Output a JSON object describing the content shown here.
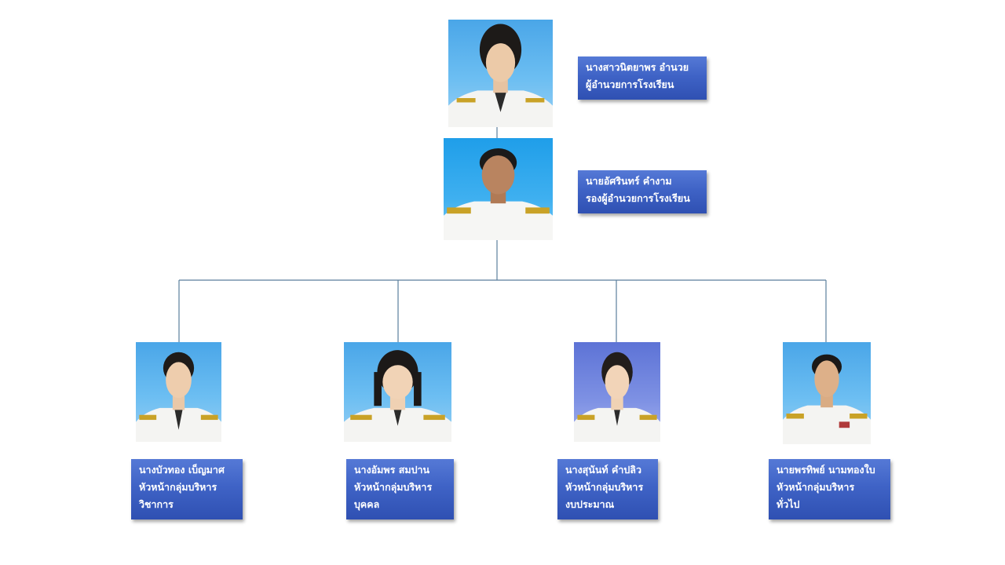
{
  "director": {
    "name": "นางสาวนิตยาพร อำนวย",
    "position": "ผู้อำนวยการโรงเรียน"
  },
  "deputy": {
    "name": "นายอัศรินทร์  คำงาม",
    "position": "รองผู้อำนวยการโรงเรียน"
  },
  "heads": [
    {
      "name": "นางบัวทอง เบ็ญมาศ",
      "position": "หัวหน้ากลุ่มบริหาร",
      "department": "วิชาการ"
    },
    {
      "name": "นางอัมพร  สมปาน",
      "position": "หัวหน้ากลุ่มบริหาร",
      "department": "บุคคล"
    },
    {
      "name": "นางสุนันท์ คำปลิว",
      "position": "หัวหน้ากลุ่มบริหาร",
      "department": "งบประมาณ"
    },
    {
      "name": "นายพรทิพย์ นามทองใบ",
      "position": "หัวหน้ากลุ่มบริหาร",
      "department": "ทั่วไป"
    }
  ],
  "colors": {
    "label_fill": "#3f63c6",
    "connector": "#5b7e9c",
    "photo_background": "#4aa6e8"
  }
}
